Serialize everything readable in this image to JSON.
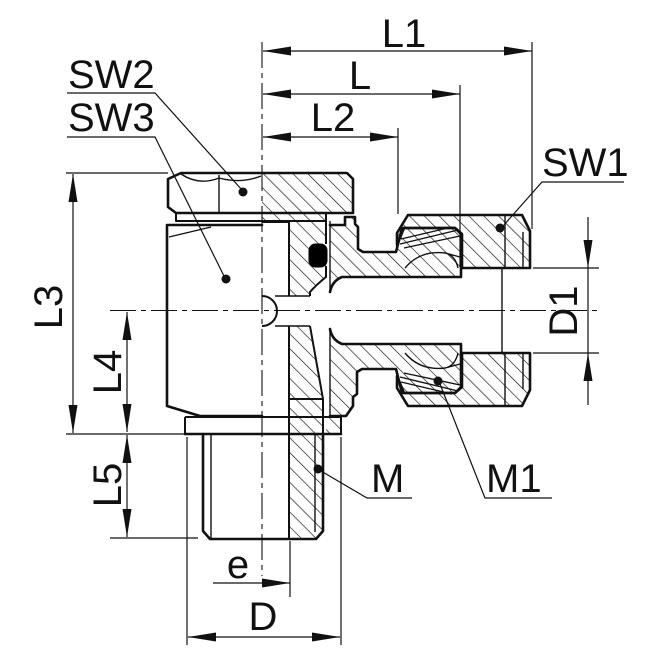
{
  "drawing": {
    "type": "technical-section-drawing",
    "subject": "banjo elbow tube fitting, half-section view",
    "colors": {
      "line": "#111111",
      "background": "#ffffff",
      "seal": "#000000"
    }
  },
  "labels": {
    "l1": "L1",
    "l": "L",
    "l2": "L2",
    "l3": "L3",
    "l4": "L4",
    "l5": "L5",
    "sw1": "SW1",
    "sw2": "SW2",
    "sw3": "SW3",
    "d1": "D1",
    "m": "M",
    "m1": "M1",
    "e": "e",
    "d": "D"
  }
}
